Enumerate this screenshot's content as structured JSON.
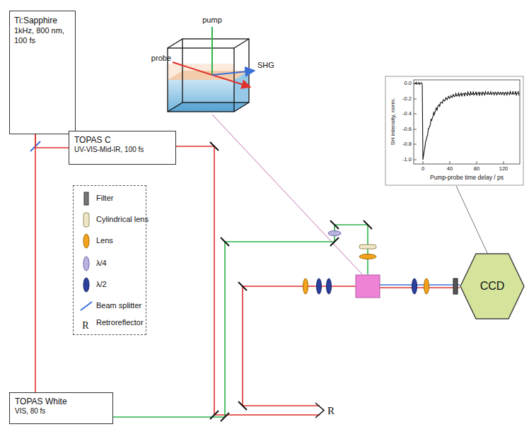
{
  "diagram": {
    "nodes": [
      {
        "text": [
          "Ti:Sapphire",
          "1kHz, 800 nm, 100 fs"
        ]
      },
      {
        "text": [
          "TOPAS C",
          "UV-VIS-Mid-IR, 100 fs"
        ]
      },
      {
        "text": [
          "TOPAS White",
          "VIS, 80 fs"
        ]
      },
      {
        "text": [
          "CCD"
        ]
      }
    ],
    "edges": [
      {
        "from": 0,
        "to": 1,
        "arrow": "none"
      },
      {
        "from": 0,
        "to": 2,
        "arrow": "none"
      }
    ],
    "labels": [
      "pump",
      "probe",
      "SHG",
      "SH intensity, norm.",
      "0.0",
      "-0.2",
      "-0.4",
      "-0.6",
      "-0.8",
      "-1.0",
      "0",
      "40",
      "80",
      "120",
      "Pump-probe time delay / ps",
      "R",
      "R"
    ],
    "legend": [
      {
        "text": "Filter"
      },
      {
        "text": "Cylindrical lens"
      },
      {
        "text": "Lens"
      },
      {
        "text": "λ/4"
      },
      {
        "text": "λ/2"
      },
      {
        "text": "Beam splitter"
      },
      {
        "text": "Retroreflector"
      }
    ]
  }
}
